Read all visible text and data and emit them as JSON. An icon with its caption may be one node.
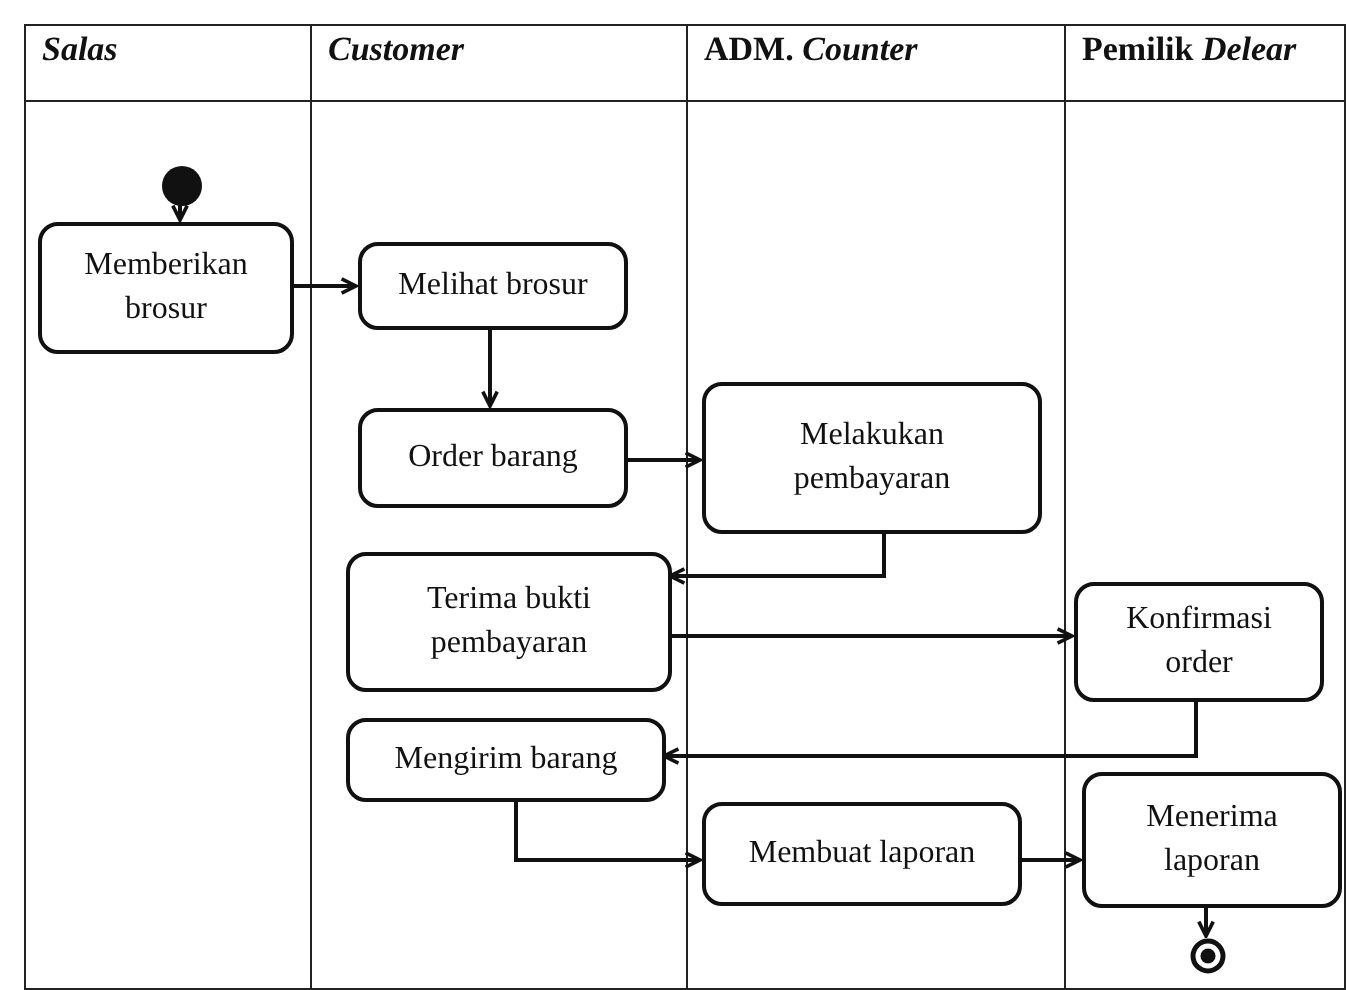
{
  "diagram": {
    "nodes": [
      {
        "text": [
          "Salas"
        ]
      },
      {
        "text": [
          "Customer"
        ]
      },
      {
        "text": [
          "ADM. *Counter*"
        ]
      },
      {
        "text": [
          "Pemilik *Delear*"
        ]
      },
      {
        "text": [],
        "shape": "circle",
        "in": 0
      },
      {
        "text": [
          "Memberikan brosur"
        ],
        "in": 0
      },
      {
        "text": [
          "Melihat brosur"
        ],
        "in": 1
      },
      {
        "text": [
          "Order barang"
        ],
        "in": 1
      },
      {
        "text": [
          "Melakukan pembayaran"
        ],
        "in": 2
      },
      {
        "text": [
          "Terima bukti pembayaran"
        ],
        "in": 1
      },
      {
        "text": [
          "Konfirmasi order"
        ],
        "in": 3
      },
      {
        "text": [
          "Mengirim barang"
        ],
        "in": 1
      },
      {
        "text": [
          "Membuat laporan"
        ],
        "in": 2
      },
      {
        "text": [
          "Menerima laporan"
        ],
        "in": 3
      },
      {
        "text": [],
        "shape": "circle",
        "in": 3
      }
    ],
    "edges": [
      {
        "from": 4,
        "to": 5,
        "arrow": "to"
      },
      {
        "from": 5,
        "to": 6,
        "arrow": "to"
      },
      {
        "from": 6,
        "to": 7,
        "arrow": "to"
      },
      {
        "from": 7,
        "to": 8,
        "arrow": "to"
      },
      {
        "from": 8,
        "to": 9,
        "arrow": "to"
      },
      {
        "from": 9,
        "to": 10,
        "arrow": "to"
      },
      {
        "from": 10,
        "to": 11,
        "arrow": "to"
      },
      {
        "from": 11,
        "to": 12,
        "arrow": "to"
      },
      {
        "from": 12,
        "to": 13,
        "arrow": "to"
      },
      {
        "from": 13,
        "to": 14,
        "arrow": "to"
      }
    ]
  }
}
